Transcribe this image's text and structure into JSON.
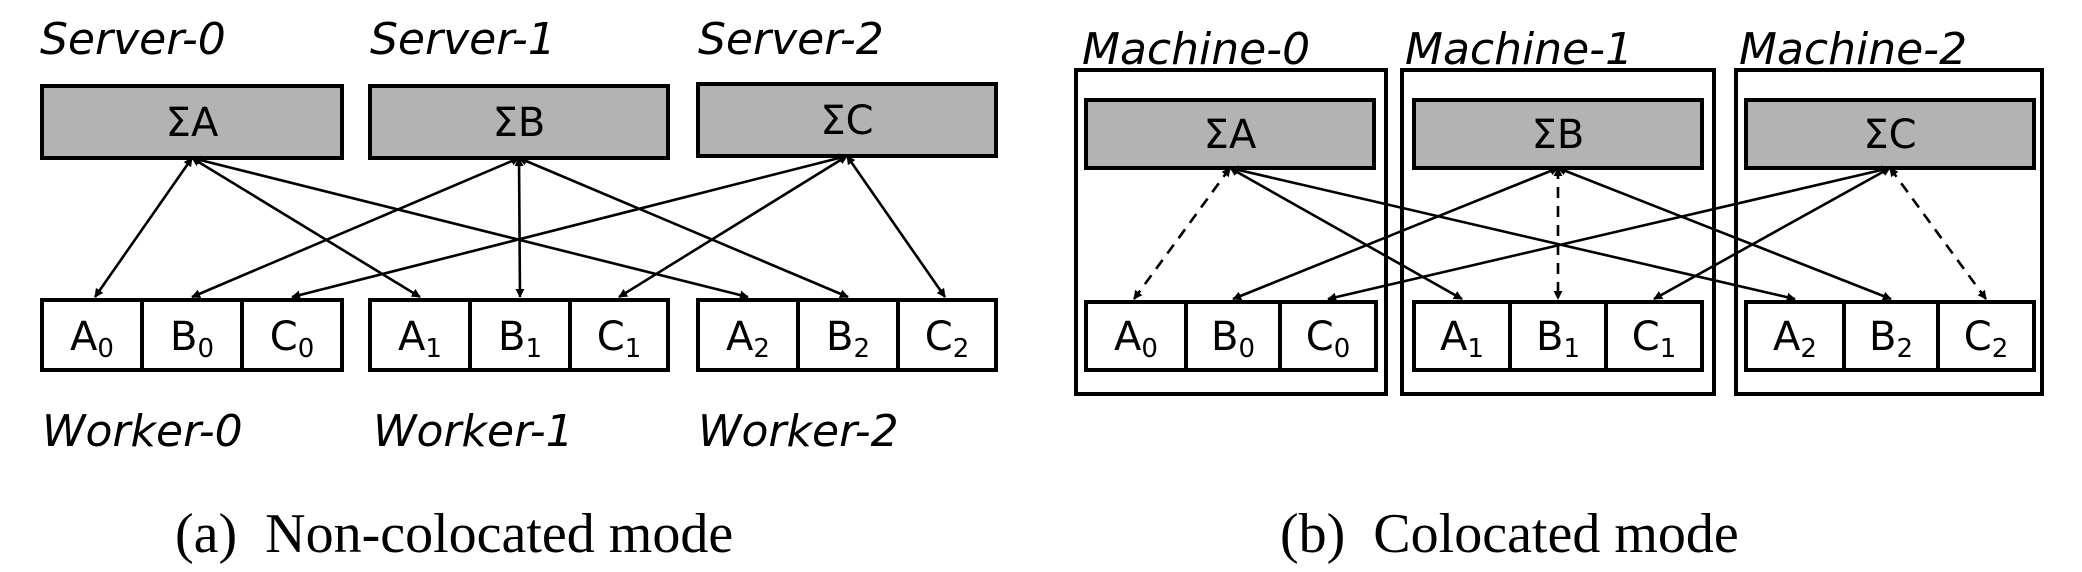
{
  "panel_a": {
    "caption": "(a)  Non-colocated mode",
    "servers": [
      {
        "name": "Server-0",
        "label": "ΣA"
      },
      {
        "name": "Server-1",
        "label": "ΣB"
      },
      {
        "name": "Server-2",
        "label": "ΣC"
      }
    ],
    "workers": [
      {
        "name": "Worker-0",
        "cells": [
          {
            "letter": "A",
            "sub": "0"
          },
          {
            "letter": "B",
            "sub": "0"
          },
          {
            "letter": "C",
            "sub": "0"
          }
        ]
      },
      {
        "name": "Worker-1",
        "cells": [
          {
            "letter": "A",
            "sub": "1"
          },
          {
            "letter": "B",
            "sub": "1"
          },
          {
            "letter": "C",
            "sub": "1"
          }
        ]
      },
      {
        "name": "Worker-2",
        "cells": [
          {
            "letter": "A",
            "sub": "2"
          },
          {
            "letter": "B",
            "sub": "2"
          },
          {
            "letter": "C",
            "sub": "2"
          }
        ]
      }
    ]
  },
  "panel_b": {
    "caption": "(b)  Colocated mode",
    "machines": [
      {
        "name": "Machine-0",
        "label": "ΣA",
        "cells": [
          {
            "letter": "A",
            "sub": "0"
          },
          {
            "letter": "B",
            "sub": "0"
          },
          {
            "letter": "C",
            "sub": "0"
          }
        ]
      },
      {
        "name": "Machine-1",
        "label": "ΣB",
        "cells": [
          {
            "letter": "A",
            "sub": "1"
          },
          {
            "letter": "B",
            "sub": "1"
          },
          {
            "letter": "C",
            "sub": "1"
          }
        ]
      },
      {
        "name": "Machine-2",
        "label": "ΣC",
        "cells": [
          {
            "letter": "A",
            "sub": "2"
          },
          {
            "letter": "B",
            "sub": "2"
          },
          {
            "letter": "C",
            "sub": "2"
          }
        ]
      }
    ]
  }
}
